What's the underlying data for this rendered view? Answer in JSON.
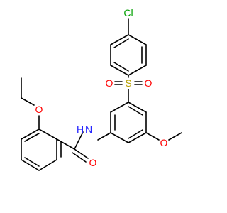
{
  "diagram": {
    "type": "chemical-structure",
    "atoms": {
      "cl": "Cl",
      "s": "S",
      "o_sulfonyl_left": "O",
      "o_sulfonyl_right": "O",
      "n": "N",
      "h": "H",
      "o_methoxy": "O",
      "o_carbonyl": "O",
      "o_ethoxy": "O"
    },
    "colors": {
      "carbon_bond": "#000000",
      "chlorine": "#00a000",
      "sulfur": "#b8a000",
      "oxygen": "#ff0000",
      "nitrogen": "#2020ff"
    }
  }
}
